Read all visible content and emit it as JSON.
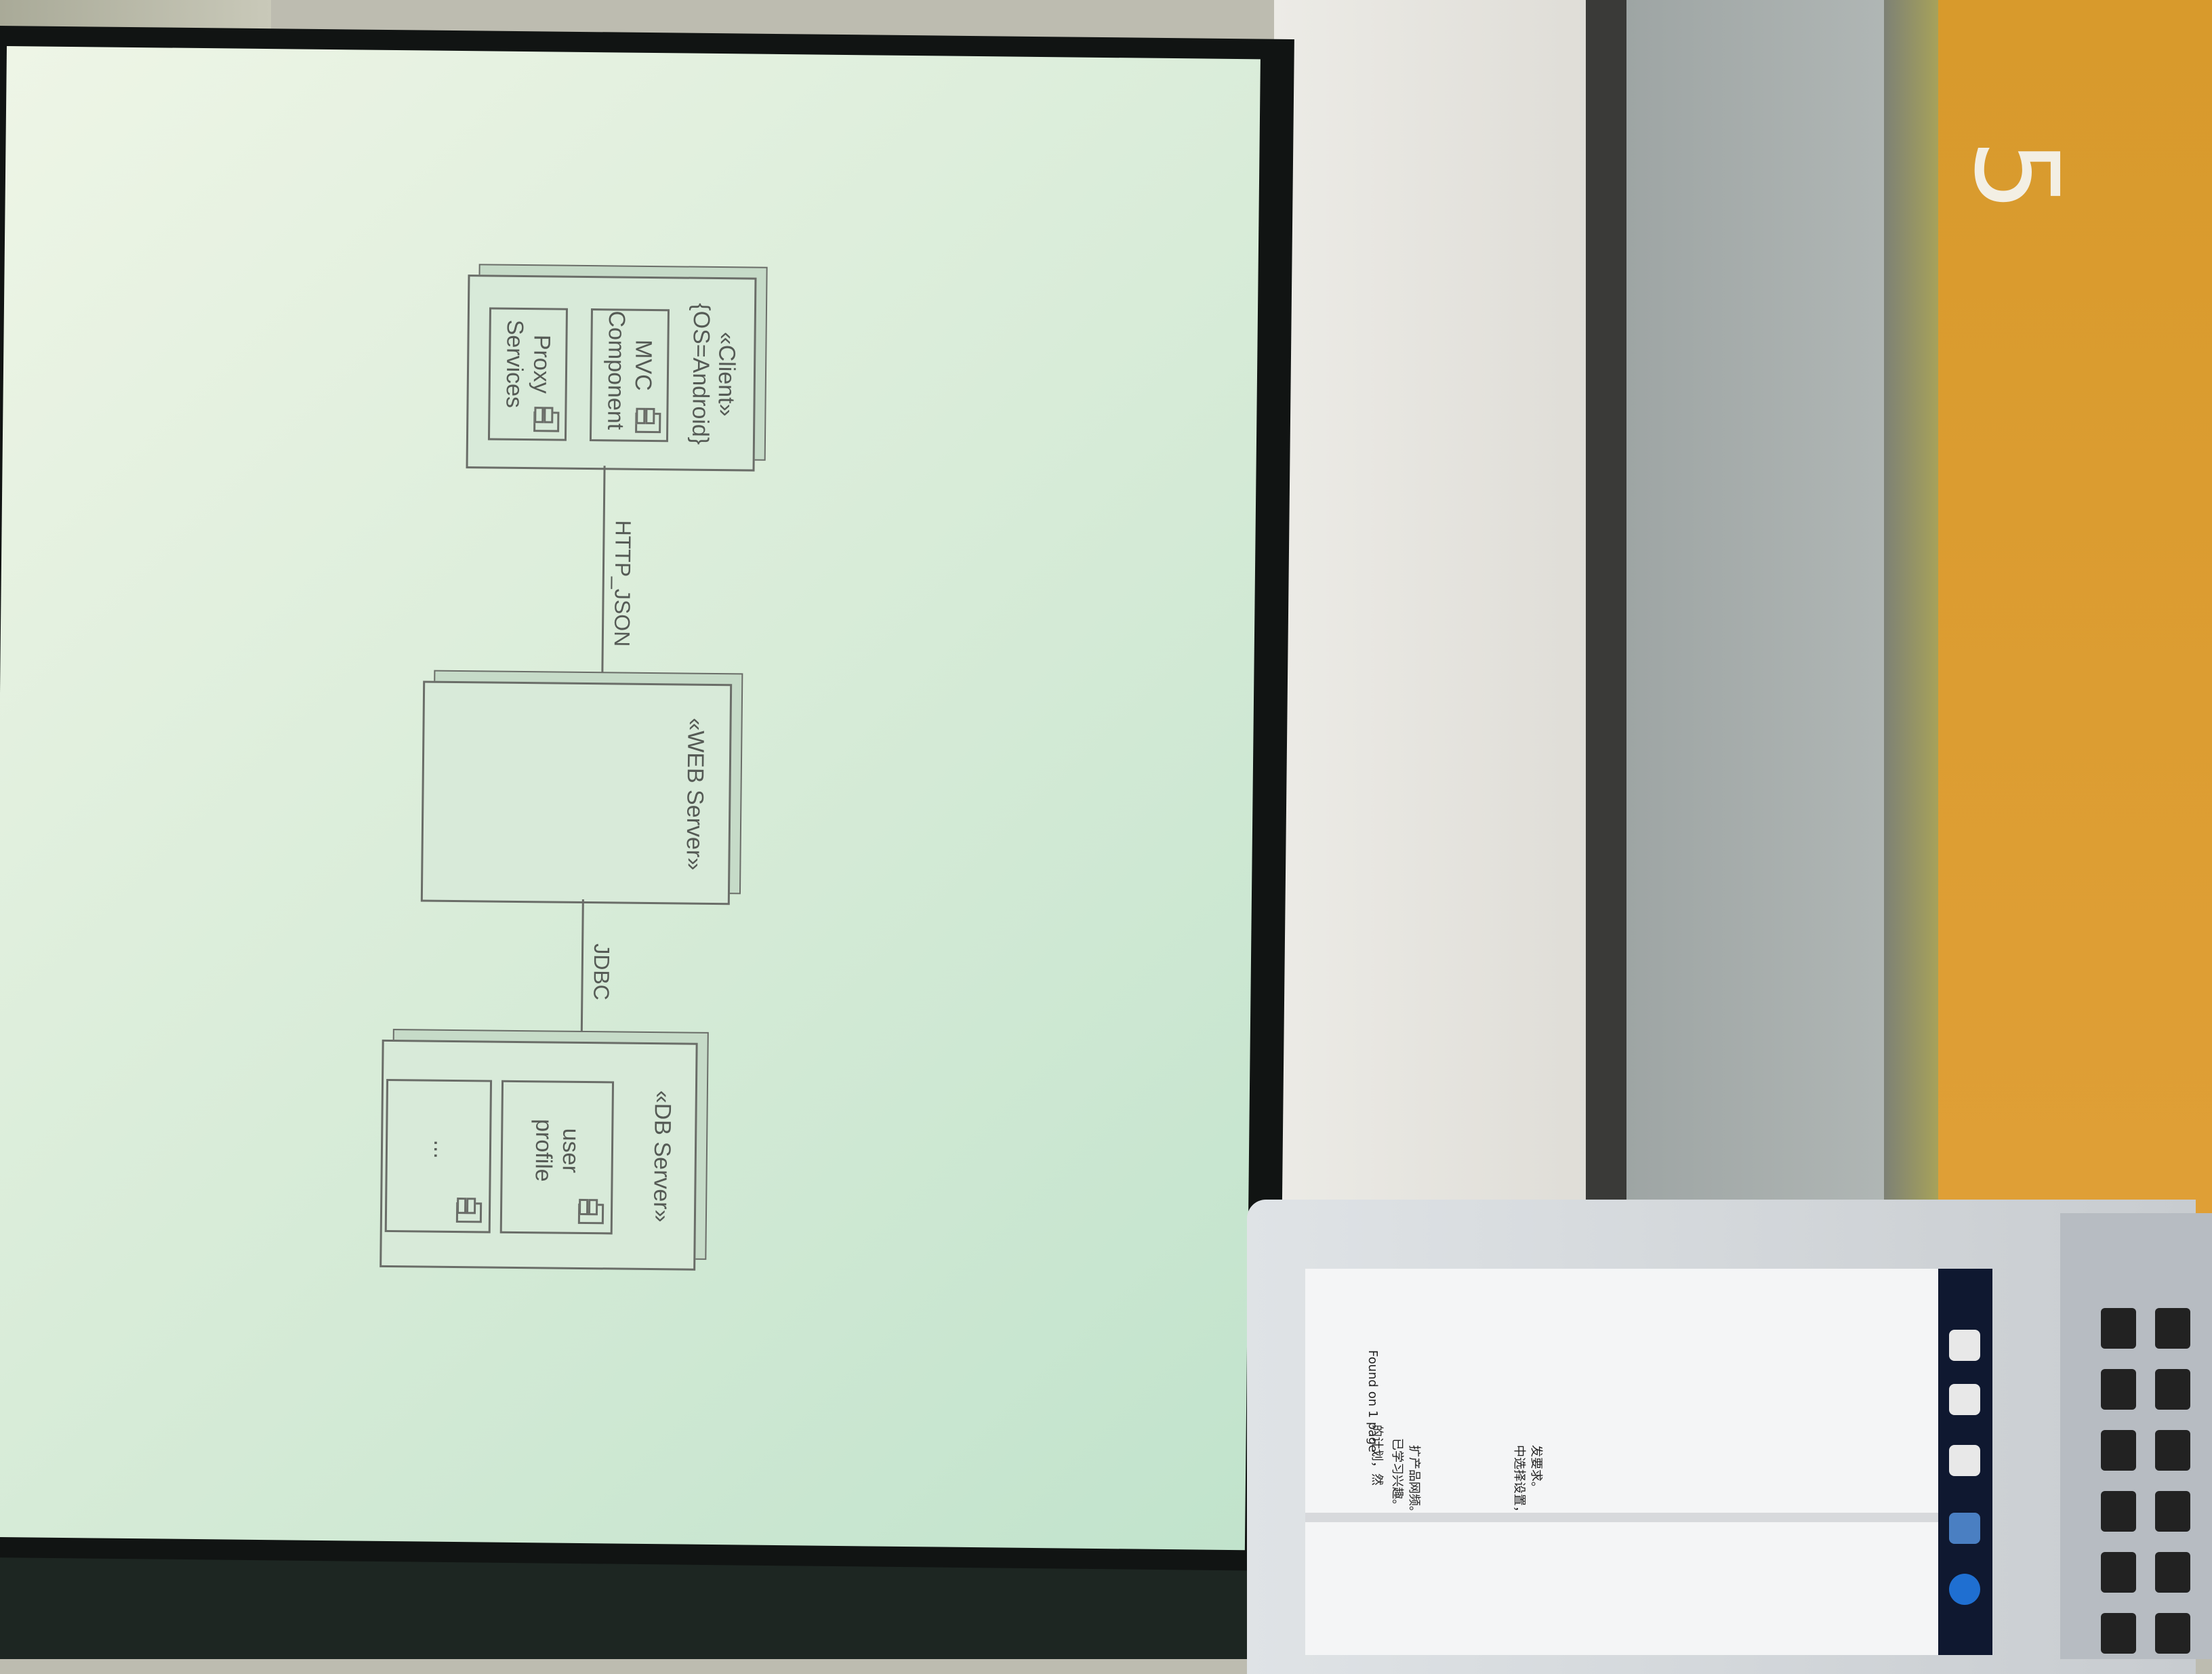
{
  "scene": {
    "room_number": "5"
  },
  "diagram": {
    "nodes": {
      "client": {
        "stereotype": "«Client»",
        "property": "{OS=Android}",
        "components": [
          "MVC\nComponent",
          "Proxy\nServices"
        ]
      },
      "web_server": {
        "stereotype": "«WEB Server»"
      },
      "db_server": {
        "stereotype": "«DB Server»",
        "components": [
          "user\nprofile",
          "..."
        ]
      }
    },
    "connections": {
      "client_web": "HTTP_JSON",
      "web_db": "JDBC"
    }
  },
  "laptop": {
    "screen_lines": [
      "的计划，然",
      "已学习兴趣。",
      "扩产品网频。",
      "中选择设置，",
      "发要求。"
    ],
    "toolbar_text": "Found on 1 page"
  }
}
